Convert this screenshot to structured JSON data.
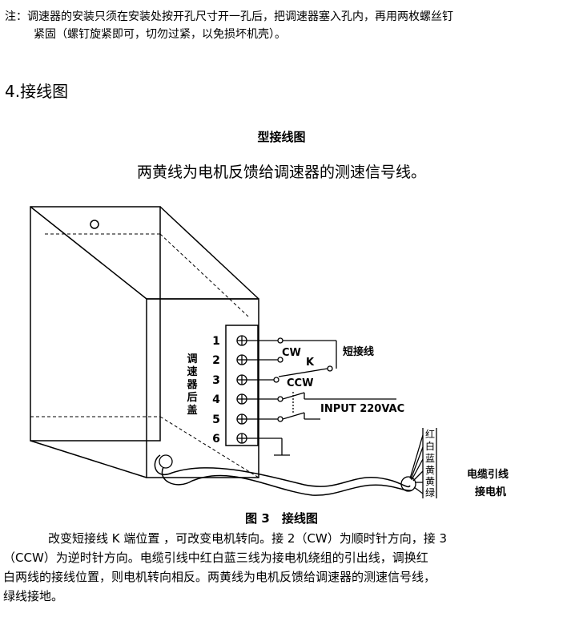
{
  "note": {
    "line1": "注：调速器的安装只须在安装处按开孔尺寸开一孔后，把调速器塞入孔内，再用两枚螺丝钉",
    "line2": "紧固（螺钉旋紧即可，切勿过紧，以免损坏机壳）。"
  },
  "section_heading": "4.接线图",
  "figure": {
    "title": "型接线图",
    "subtitle": "两黄线为电机反馈给调速器的测速信号线。",
    "rear_cover_label": [
      "调",
      "速",
      "器",
      "后",
      "盖"
    ],
    "terminals": [
      "1",
      "2",
      "3",
      "4",
      "5",
      "6"
    ],
    "cw_label": "CW",
    "k_label": "K",
    "ccw_label": "CCW",
    "short_wire_label": "短接线",
    "input_label": "INPUT 220VAC",
    "wire_colors": [
      "红",
      "白",
      "蓝",
      "黄",
      "黄",
      "绿"
    ],
    "cable_label_line1": "电缆引线",
    "cable_label_line2": "接电机",
    "caption": "图 3　接线图"
  },
  "paragraph": {
    "line1": "改变短接线 K 端位置 ，可改变电机转向。接 2（CW）为顺时针方向，接 3",
    "line2": "（CCW）为逆时针方向。电缆引线中红白蓝三线为接电机绕组的引出线，调换红",
    "line3": "白两线的接线位置，则电机转向相反。两黄线为电机反馈给调速器的测速信号线，",
    "line4": "绿线接地。"
  }
}
